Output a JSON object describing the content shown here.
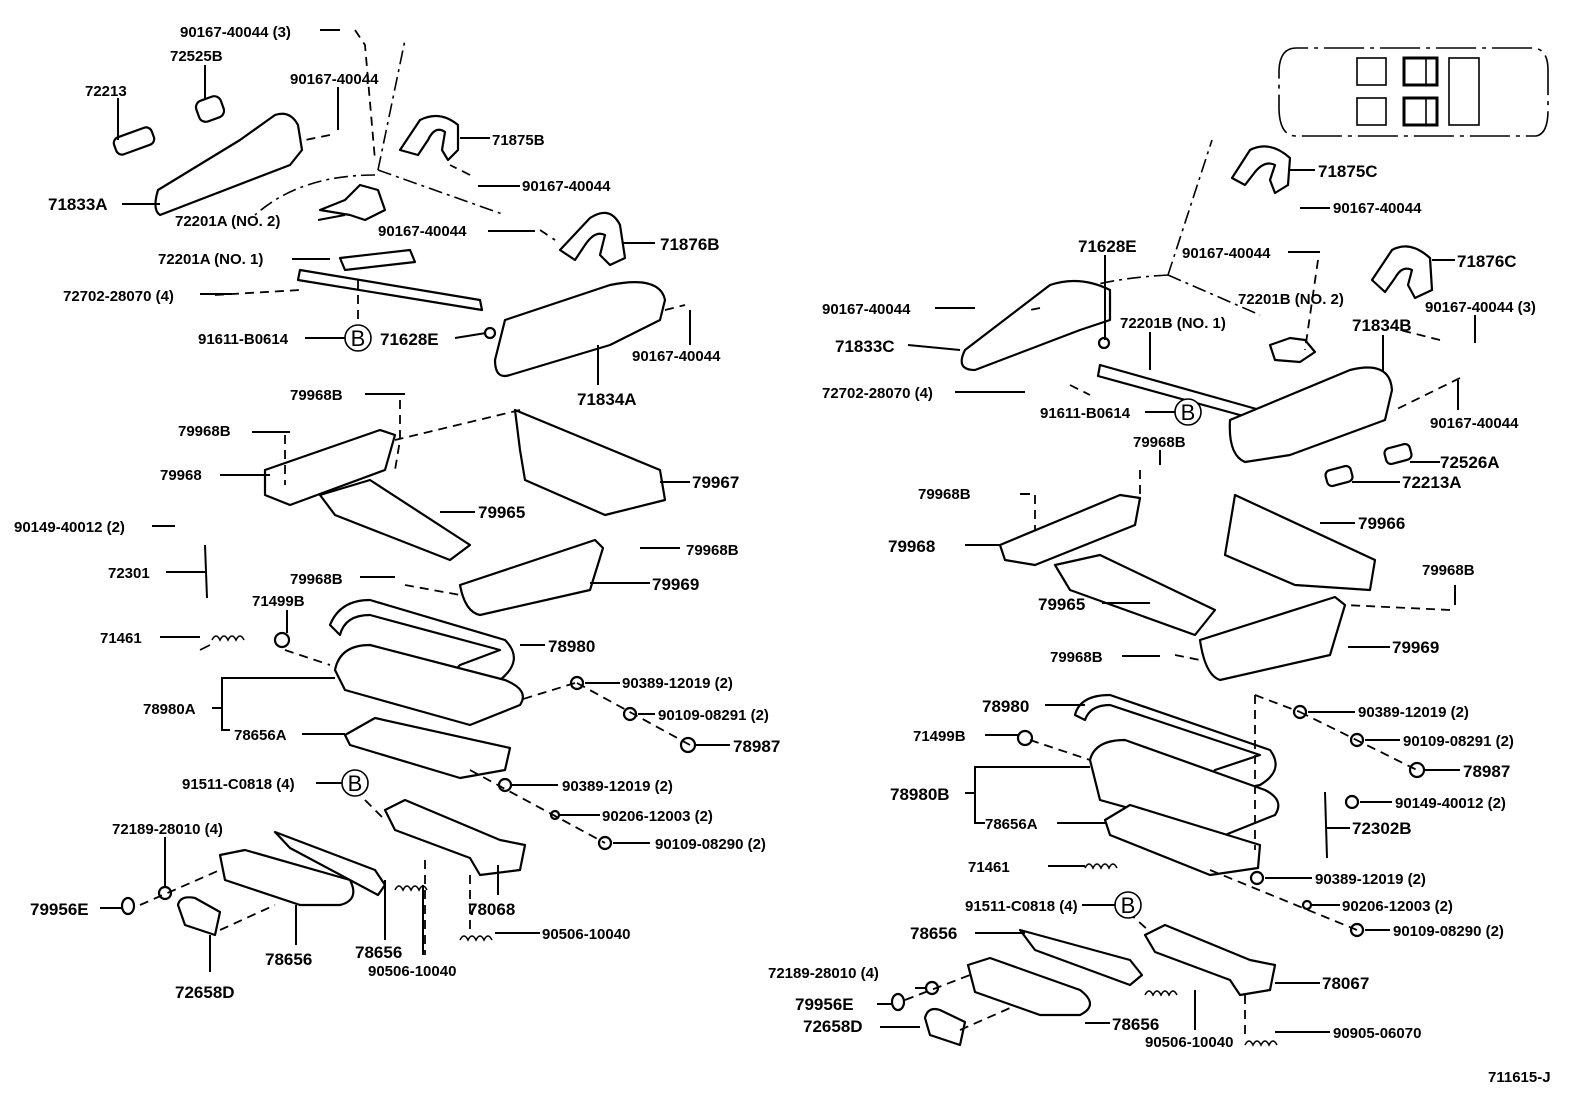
{
  "diagram": {
    "title": "Seat Adjuster / Seat Track Parts Diagram",
    "figure_id": "711615-J",
    "callout_symbol": "B",
    "left_assembly": {
      "labels": [
        {
          "id": "l-90167-40044-3",
          "text": "90167-40044 (3)"
        },
        {
          "id": "l-72525B",
          "text": "72525B"
        },
        {
          "id": "l-72213",
          "text": "72213"
        },
        {
          "id": "l-90167-40044-a",
          "text": "90167-40044"
        },
        {
          "id": "l-71875B",
          "text": "71875B"
        },
        {
          "id": "l-90167-40044-b",
          "text": "90167-40044"
        },
        {
          "id": "l-71833A",
          "text": "71833A"
        },
        {
          "id": "l-72201A-2",
          "text": "72201A (NO. 2)"
        },
        {
          "id": "l-90167-40044-c",
          "text": "90167-40044"
        },
        {
          "id": "l-71876B",
          "text": "71876B"
        },
        {
          "id": "l-72201A-1",
          "text": "72201A (NO. 1)"
        },
        {
          "id": "l-72702-28070",
          "text": "72702-28070 (4)"
        },
        {
          "id": "l-90167-40044-d",
          "text": "90167-40044"
        },
        {
          "id": "l-91611-B0614",
          "text": "91611-B0614"
        },
        {
          "id": "l-71628E",
          "text": "71628E"
        },
        {
          "id": "l-71834A",
          "text": "71834A"
        },
        {
          "id": "l-79968B-a",
          "text": "79968B"
        },
        {
          "id": "l-79968B-b",
          "text": "79968B"
        },
        {
          "id": "l-79968",
          "text": "79968"
        },
        {
          "id": "l-79967",
          "text": "79967"
        },
        {
          "id": "l-79965",
          "text": "79965"
        },
        {
          "id": "l-90149-40012",
          "text": "90149-40012 (2)"
        },
        {
          "id": "l-79968B-c",
          "text": "79968B"
        },
        {
          "id": "l-72301",
          "text": "72301"
        },
        {
          "id": "l-79969",
          "text": "79969"
        },
        {
          "id": "l-79968B-d",
          "text": "79968B"
        },
        {
          "id": "l-71499B",
          "text": "71499B"
        },
        {
          "id": "l-71461",
          "text": "71461"
        },
        {
          "id": "l-78980",
          "text": "78980"
        },
        {
          "id": "l-90389-12019-a",
          "text": "90389-12019 (2)"
        },
        {
          "id": "l-78980A",
          "text": "78980A"
        },
        {
          "id": "l-90109-08291",
          "text": "90109-08291 (2)"
        },
        {
          "id": "l-78656A",
          "text": "78656A"
        },
        {
          "id": "l-78987",
          "text": "78987"
        },
        {
          "id": "l-91511-C0818",
          "text": "91511-C0818 (4)"
        },
        {
          "id": "l-90389-12019-b",
          "text": "90389-12019 (2)"
        },
        {
          "id": "l-90206-12003",
          "text": "90206-12003 (2)"
        },
        {
          "id": "l-72189-28010",
          "text": "72189-28010 (4)"
        },
        {
          "id": "l-90109-08290",
          "text": "90109-08290 (2)"
        },
        {
          "id": "l-78068",
          "text": "78068"
        },
        {
          "id": "l-79956E",
          "text": "79956E"
        },
        {
          "id": "l-78656-a",
          "text": "78656"
        },
        {
          "id": "l-78656-b",
          "text": "78656"
        },
        {
          "id": "l-90506-10040-a",
          "text": "90506-10040"
        },
        {
          "id": "l-90506-10040-b",
          "text": "90506-10040"
        },
        {
          "id": "l-72658D",
          "text": "72658D"
        }
      ]
    },
    "right_assembly": {
      "labels": [
        {
          "id": "r-71875C",
          "text": "71875C"
        },
        {
          "id": "r-90167-40044-a",
          "text": "90167-40044"
        },
        {
          "id": "r-71628E",
          "text": "71628E"
        },
        {
          "id": "r-90167-40044-b",
          "text": "90167-40044"
        },
        {
          "id": "r-71876C",
          "text": "71876C"
        },
        {
          "id": "r-90167-40044-c",
          "text": "90167-40044"
        },
        {
          "id": "r-72201B-2",
          "text": "72201B (NO. 2)"
        },
        {
          "id": "r-90167-40044-3",
          "text": "90167-40044 (3)"
        },
        {
          "id": "r-71833C",
          "text": "71833C"
        },
        {
          "id": "r-72201B-1",
          "text": "72201B (NO. 1)"
        },
        {
          "id": "r-71834B",
          "text": "71834B"
        },
        {
          "id": "r-72702-28070",
          "text": "72702-28070 (4)"
        },
        {
          "id": "r-91611-B0614",
          "text": "91611-B0614"
        },
        {
          "id": "r-90167-40044-d",
          "text": "90167-40044"
        },
        {
          "id": "r-79968B-a",
          "text": "79968B"
        },
        {
          "id": "r-72526A",
          "text": "72526A"
        },
        {
          "id": "r-72213A",
          "text": "72213A"
        },
        {
          "id": "r-79968B-b",
          "text": "79968B"
        },
        {
          "id": "r-79966",
          "text": "79966"
        },
        {
          "id": "r-79968",
          "text": "79968"
        },
        {
          "id": "r-79968B-c",
          "text": "79968B"
        },
        {
          "id": "r-79965",
          "text": "79965"
        },
        {
          "id": "r-79969",
          "text": "79969"
        },
        {
          "id": "r-79968B-d",
          "text": "79968B"
        },
        {
          "id": "r-78980",
          "text": "78980"
        },
        {
          "id": "r-90389-12019-a",
          "text": "90389-12019 (2)"
        },
        {
          "id": "r-71499B",
          "text": "71499B"
        },
        {
          "id": "r-90109-08291",
          "text": "90109-08291 (2)"
        },
        {
          "id": "r-78987",
          "text": "78987"
        },
        {
          "id": "r-78980B",
          "text": "78980B"
        },
        {
          "id": "r-90149-40012",
          "text": "90149-40012 (2)"
        },
        {
          "id": "r-78656A",
          "text": "78656A"
        },
        {
          "id": "r-72302B",
          "text": "72302B"
        },
        {
          "id": "r-71461",
          "text": "71461"
        },
        {
          "id": "r-90389-12019-b",
          "text": "90389-12019 (2)"
        },
        {
          "id": "r-91511-C0818",
          "text": "91511-C0818 (4)"
        },
        {
          "id": "r-90206-12003",
          "text": "90206-12003 (2)"
        },
        {
          "id": "r-78656-a",
          "text": "78656"
        },
        {
          "id": "r-90109-08290",
          "text": "90109-08290 (2)"
        },
        {
          "id": "r-72189-28010",
          "text": "72189-28010 (4)"
        },
        {
          "id": "r-78067",
          "text": "78067"
        },
        {
          "id": "r-79956E",
          "text": "79956E"
        },
        {
          "id": "r-78656-b",
          "text": "78656"
        },
        {
          "id": "r-72658D",
          "text": "72658D"
        },
        {
          "id": "r-90506-10040",
          "text": "90506-10040"
        },
        {
          "id": "r-90905-06070",
          "text": "90905-06070"
        }
      ]
    }
  }
}
